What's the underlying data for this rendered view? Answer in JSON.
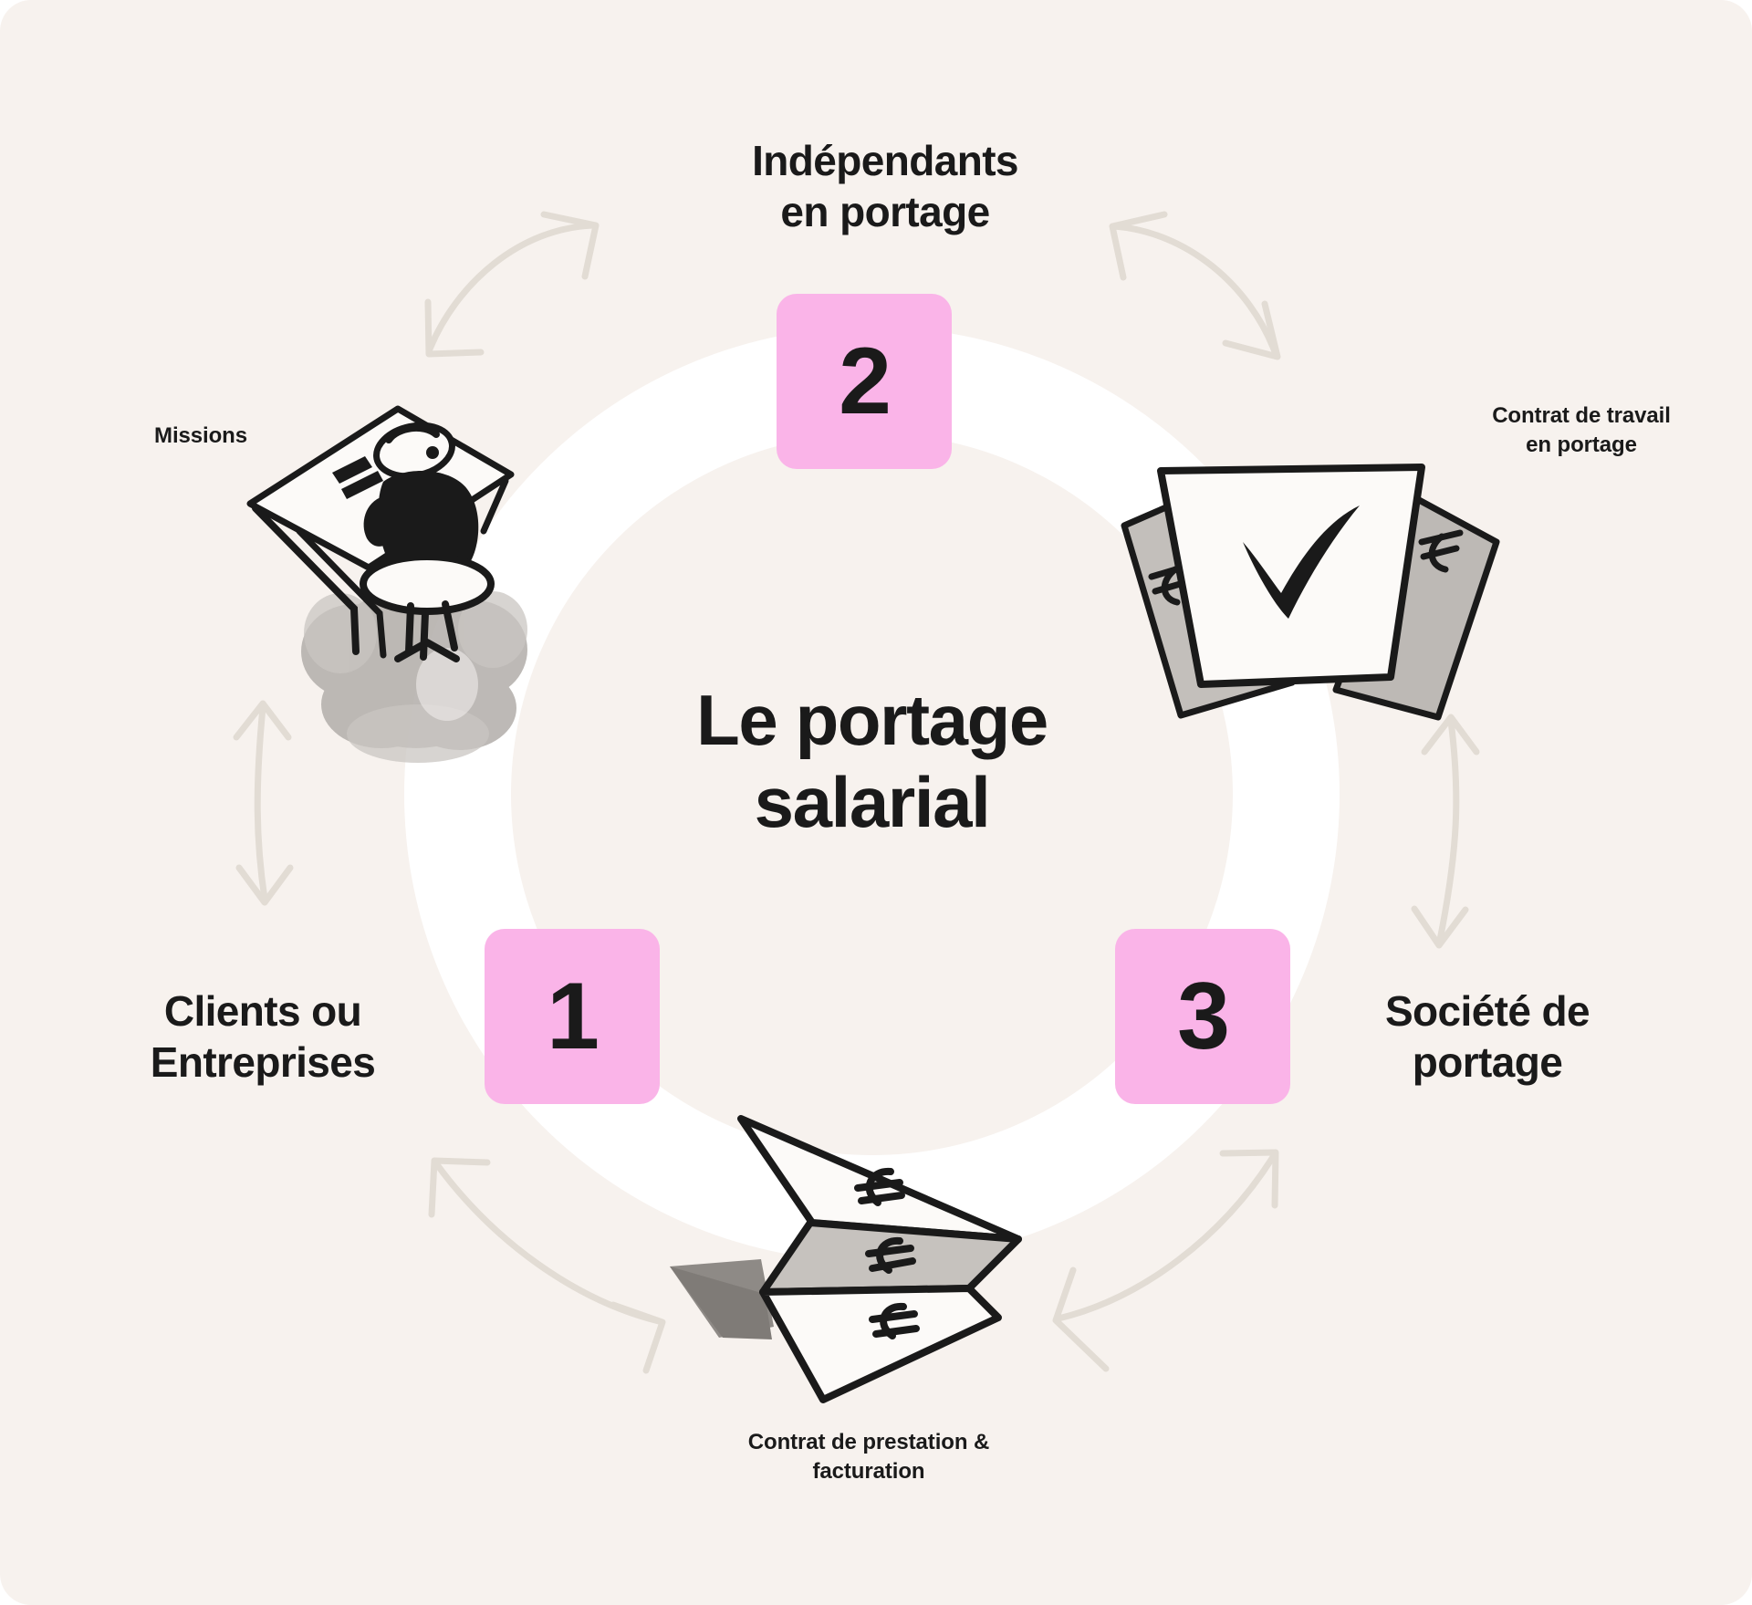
{
  "theme": {
    "background": "#F7F2EE",
    "ring": "#FFFFFF",
    "badge_pink": "#FAB4E8",
    "ink": "#1A1A1A",
    "arrow": "#E2DCD4"
  },
  "center": {
    "title_line1": "Le portage",
    "title_line2": "salarial"
  },
  "badges": [
    {
      "name": "badge-1",
      "value": "1"
    },
    {
      "name": "badge-2",
      "value": "2"
    },
    {
      "name": "badge-3",
      "value": "3"
    }
  ],
  "labels": {
    "independants_line1": "Indépendants",
    "independants_line2": "en portage",
    "clients_line1": "Clients ou",
    "clients_line2": "Entreprises",
    "societe_line1": "Société de",
    "societe_line2": "portage",
    "missions": "Missions",
    "contrat_travail_line1": "Contrat de travail",
    "contrat_travail_line2": "en portage",
    "contrat_prestation_line1": "Contrat de prestation &",
    "contrat_prestation_line2": "facturation"
  },
  "illustrations": [
    {
      "name": "person-at-desk-on-cloud-illustration",
      "caption": "Missions"
    },
    {
      "name": "signed-contract-documents-illustration",
      "caption": "Contrat de travail en portage"
    },
    {
      "name": "euro-paper-plane-illustration",
      "caption": "Contrat de prestation & facturation"
    }
  ],
  "arrows": [
    {
      "name": "arrow-clients-to-independants",
      "style": "double-headed-curved"
    },
    {
      "name": "arrow-independants-to-societe",
      "style": "double-headed-curved"
    },
    {
      "name": "arrow-clients-missions-vertical",
      "style": "double-headed-straight"
    },
    {
      "name": "arrow-societe-contrat-vertical",
      "style": "double-headed-straight"
    },
    {
      "name": "arrow-clients-to-facturation",
      "style": "double-headed-curved"
    },
    {
      "name": "arrow-facturation-to-societe",
      "style": "double-headed-curved"
    }
  ]
}
